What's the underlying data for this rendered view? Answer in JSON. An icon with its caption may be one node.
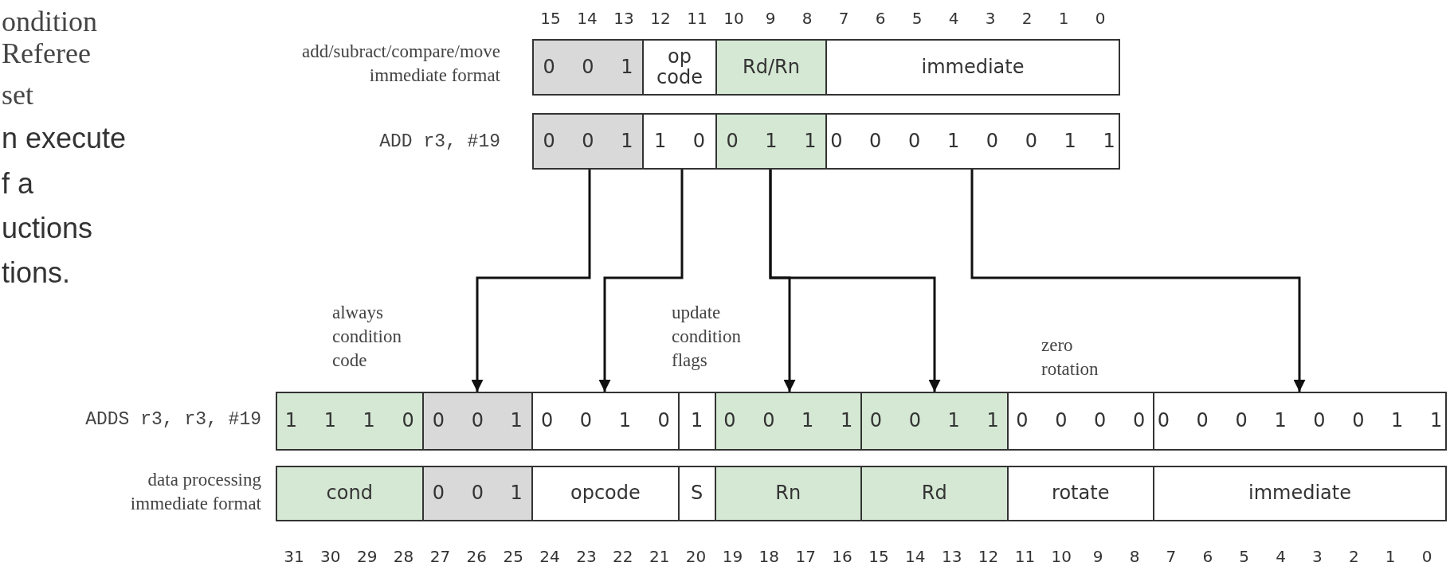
{
  "diagram": {
    "nodes": [
      {
        "text": [
          "0 0 1"
        ]
      },
      {
        "text": [
          "op code"
        ]
      },
      {
        "text": [
          "Rd/Rn"
        ]
      },
      {
        "text": [
          "immediate"
        ]
      },
      {
        "text": [
          "0 0 1"
        ]
      },
      {
        "text": [
          "1 0"
        ]
      },
      {
        "text": [
          "0 1 1"
        ]
      },
      {
        "text": [
          "0 0 0 1 0 0 1 1"
        ]
      },
      {
        "text": [
          "1 1 1 0"
        ]
      },
      {
        "text": [
          "0 0 1"
        ]
      },
      {
        "text": [
          "0 0 1 0"
        ]
      },
      {
        "text": [
          "1"
        ]
      },
      {
        "text": [
          "0 0 1 1"
        ]
      },
      {
        "text": [
          "0 0 1 1"
        ]
      },
      {
        "text": [
          "0 0 0 0"
        ]
      },
      {
        "text": [
          "0 0 0 1 0 0 1 1"
        ]
      },
      {
        "text": [
          "cond"
        ]
      },
      {
        "text": [
          "0 0 1"
        ]
      },
      {
        "text": [
          "opcode"
        ]
      },
      {
        "text": [
          "S"
        ]
      },
      {
        "text": [
          "Rn"
        ]
      },
      {
        "text": [
          "Rd"
        ]
      },
      {
        "text": [
          "rotate"
        ]
      },
      {
        "text": [
          "immediate"
        ]
      }
    ],
    "edges": [
      {
        "from": 4,
        "to": 9,
        "arrow": "to"
      },
      {
        "from": 5,
        "to": 10,
        "arrow": "to"
      },
      {
        "from": 6,
        "to": 12,
        "arrow": "to"
      },
      {
        "from": 6,
        "to": 13,
        "arrow": "to"
      },
      {
        "from": 7,
        "to": 15,
        "arrow": "to"
      }
    ],
    "labels": [
      "ondition",
      "Referee",
      "set",
      "n execute",
      "f a",
      "uctions",
      "tions.",
      "15",
      "14",
      "13",
      "12",
      "11",
      "10",
      "9",
      "8",
      "7",
      "6",
      "5",
      "4",
      "3",
      "2",
      "1",
      "0",
      "add/subract/compare/move immediate format",
      "ADD r3, #19",
      "always condition code",
      "update condition flags",
      "zero rotation",
      "ADDS r3, r3, #19",
      "data processing immediate format",
      "31",
      "30",
      "29",
      "28",
      "27",
      "26",
      "25",
      "24",
      "23",
      "22",
      "21",
      "20",
      "19",
      "18",
      "17",
      "16",
      "15",
      "14",
      "13",
      "12",
      "11",
      "10",
      "9",
      "8",
      "7",
      "6",
      "5",
      "4",
      "3",
      "2",
      "1",
      "0"
    ]
  }
}
